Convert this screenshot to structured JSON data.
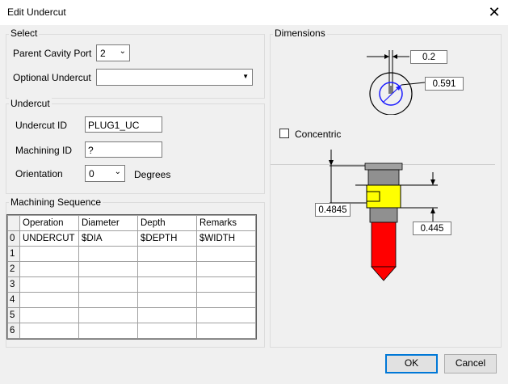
{
  "window": {
    "title": "Edit Undercut"
  },
  "select": {
    "group_label": "Select",
    "parent_cavity_port_label": "Parent Cavity Port",
    "parent_cavity_port_value": "2",
    "optional_undercut_label": "Optional Undercut",
    "optional_undercut_value": ""
  },
  "undercut": {
    "group_label": "Undercut",
    "undercut_id_label": "Undercut ID",
    "undercut_id_value": "PLUG1_UC",
    "machining_id_label": "Machining ID",
    "machining_id_value": "?",
    "orientation_label": "Orientation",
    "orientation_value": "0",
    "orientation_unit": "Degrees"
  },
  "machining": {
    "group_label": "Machining Sequence",
    "columns": [
      "Operation",
      "Diameter",
      "Depth",
      "Remarks"
    ],
    "rows": [
      {
        "index": "0",
        "cells": [
          "UNDERCUT",
          "$DIA",
          "$DEPTH",
          "$WIDTH"
        ]
      },
      {
        "index": "1",
        "cells": [
          "",
          "",
          "",
          ""
        ]
      },
      {
        "index": "2",
        "cells": [
          "",
          "",
          "",
          ""
        ]
      },
      {
        "index": "3",
        "cells": [
          "",
          "",
          "",
          ""
        ]
      },
      {
        "index": "4",
        "cells": [
          "",
          "",
          "",
          ""
        ]
      },
      {
        "index": "5",
        "cells": [
          "",
          "",
          "",
          ""
        ]
      },
      {
        "index": "6",
        "cells": [
          "",
          "",
          "",
          ""
        ]
      }
    ]
  },
  "dimensions": {
    "group_label": "Dimensions",
    "top_width": "0.2",
    "top_diameter": "0.591",
    "concentric_label": "Concentric",
    "concentric_checked": false,
    "side_depth": "0.4845",
    "side_diameter": "0.445"
  },
  "buttons": {
    "ok": "OK",
    "cancel": "Cancel"
  },
  "colors": {
    "highlight_yellow": "#ffff00",
    "tool_red": "#ff0000",
    "accent": "#0078d7"
  }
}
